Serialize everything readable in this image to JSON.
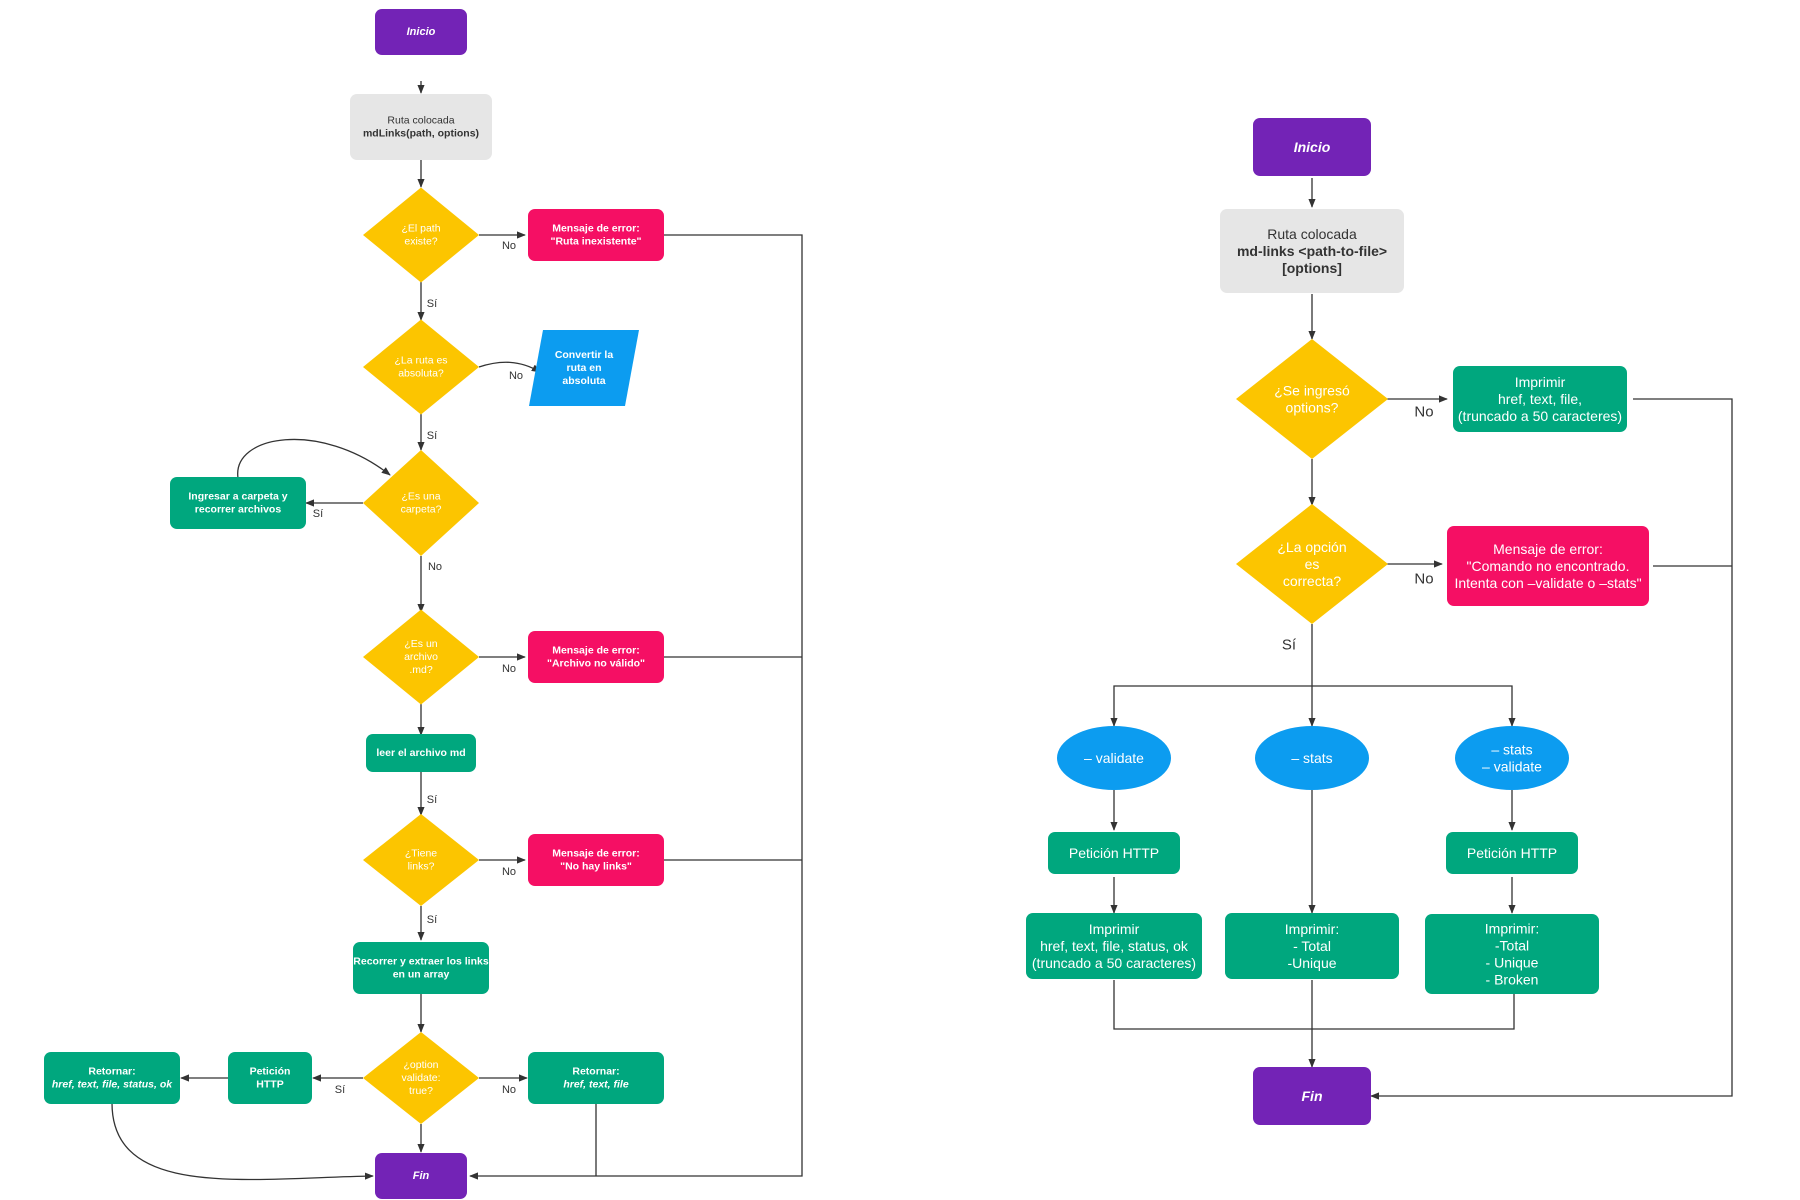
{
  "colors": {
    "purple": "#7323b6",
    "gray": "#e6e6e6",
    "yellow": "#fcc500",
    "pink": "#f50f64",
    "blue": "#0c9cf0",
    "green": "#00a77e",
    "line": "#333333"
  },
  "left_flow": {
    "start": "Inicio",
    "input": [
      "Ruta  colocada",
      "mdLinks(path, options)"
    ],
    "q_exists": [
      "¿El path",
      "existe?"
    ],
    "err_exists": [
      "Mensaje de error:",
      "\"Ruta inexistente\""
    ],
    "q_absolute": [
      "¿La ruta es",
      "absoluta?"
    ],
    "convert": [
      "Convertir la",
      "ruta en",
      "absoluta"
    ],
    "q_folder": [
      "¿Es una",
      "carpeta?"
    ],
    "enter_folder": [
      "Ingresar a carpeta y",
      "recorrer archivos"
    ],
    "q_md": [
      "¿Es un",
      "archivo",
      ".md?"
    ],
    "err_md": [
      "Mensaje de error:",
      "\"Archivo no válido\""
    ],
    "read_md": "leer el archivo md",
    "q_links": [
      "¿Tiene",
      "links?"
    ],
    "err_links": [
      "Mensaje de error:",
      "\"No hay links\""
    ],
    "extract": [
      "Recorrer y extraer los links",
      "en un array"
    ],
    "q_validate": [
      "¿option",
      "validate:",
      "true?"
    ],
    "http": [
      "Petición",
      "HTTP"
    ],
    "ret_full": [
      "Retornar:",
      "href, text, file, status, ok"
    ],
    "ret_basic": [
      "Retornar:",
      "href, text, file"
    ],
    "end": "Fin",
    "labels": {
      "no": "No",
      "si": "Sí"
    }
  },
  "right_flow": {
    "start": "Inicio",
    "input": [
      "Ruta  colocada",
      "md-links <path-to-file>",
      "[options]"
    ],
    "q_options": [
      "¿Se ingresó",
      "options?"
    ],
    "print_basic": [
      "Imprimir",
      "href, text, file,",
      "(truncado a 50 caracteres)"
    ],
    "q_correct": [
      "¿La opción",
      "es",
      "correcta?"
    ],
    "err_cmd": [
      "Mensaje de error:",
      "\"Comando no encontrado.",
      "Intenta con –validate o –stats\""
    ],
    "opt_validate": "– validate",
    "opt_stats": "– stats",
    "opt_both": [
      "– stats",
      "– validate"
    ],
    "http_a": "Petición HTTP",
    "http_b": "Petición HTTP",
    "print_validate": [
      "Imprimir",
      "href, text, file, status, ok",
      "(truncado a 50 caracteres)"
    ],
    "print_stats": [
      "Imprimir:",
      "- Total",
      "-Unique"
    ],
    "print_both": [
      "Imprimir:",
      "-Total",
      "- Unique",
      "- Broken"
    ],
    "end": "Fin",
    "labels": {
      "no1": "No",
      "no2": "No",
      "si": "Sí"
    }
  }
}
